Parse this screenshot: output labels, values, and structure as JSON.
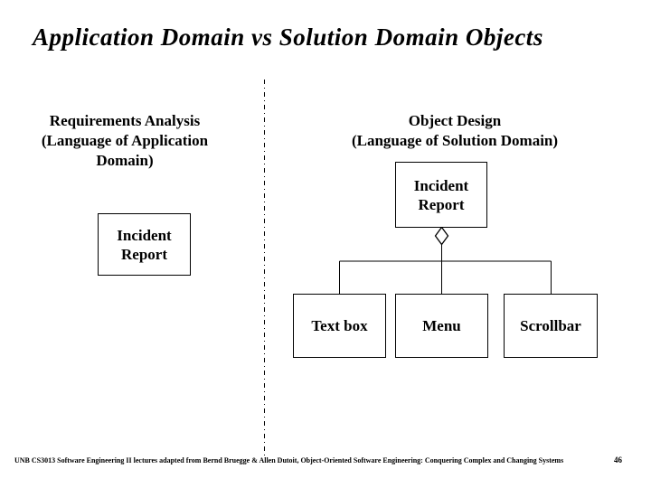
{
  "slide": {
    "title": "Application Domain vs Solution Domain Objects",
    "background_color": "#ffffff",
    "text_color": "#000000",
    "line_color": "#000000"
  },
  "headings": {
    "left": {
      "line1": "Requirements Analysis",
      "line2": "(Language of Application",
      "line3": "Domain)"
    },
    "right": {
      "line1": "Object Design",
      "line2": "(Language of Solution Domain)"
    }
  },
  "diagram": {
    "application_domain_box": {
      "line1": "Incident",
      "line2": "Report"
    },
    "solution_domain_parent_box": {
      "line1": "Incident",
      "line2": "Report"
    },
    "connector_type": "uml-aggregation-diamond",
    "children": [
      {
        "label": "Text box"
      },
      {
        "label": "Menu"
      },
      {
        "label": "Scrollbar"
      }
    ]
  },
  "footer": {
    "text": "UNB CS3013 Software Engineering II lectures adapted from Bernd Bruegge & Allen Dutoit, Object-Oriented Software Engineering: Conquering Complex and Changing Systems",
    "page_number": "46"
  }
}
